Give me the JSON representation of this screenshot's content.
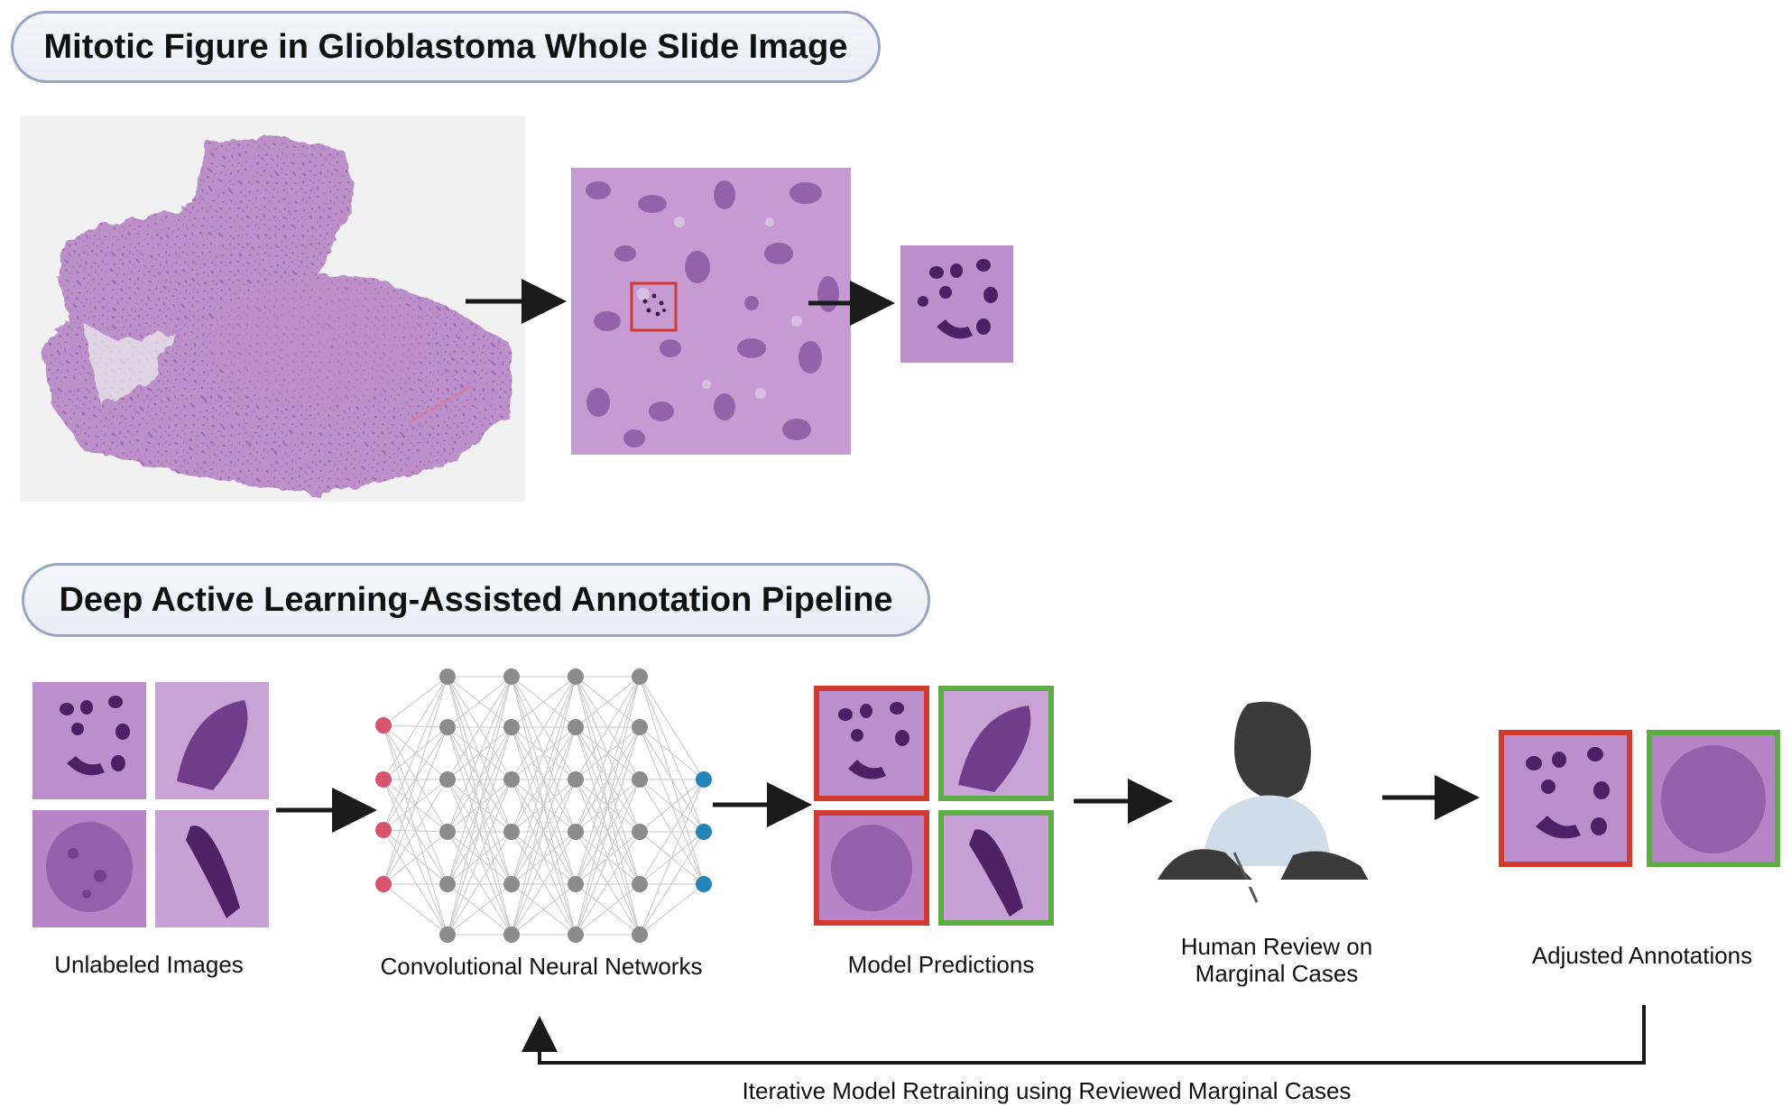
{
  "top_section": {
    "title": "Mitotic Figure in Glioblastoma Whole Slide Image"
  },
  "pipeline_section": {
    "title": "Deep Active Learning-Assisted Annotation Pipeline",
    "stages": [
      {
        "label": "Unlabeled Images"
      },
      {
        "label": "Convolutional Neural Networks"
      },
      {
        "label": "Model Predictions"
      },
      {
        "label_line1": "Human Review on",
        "label_line2": "Marginal Cases"
      },
      {
        "label": "Adjusted Annotations"
      }
    ],
    "feedback_label": "Iterative Model Retraining using Reviewed Marginal Cases"
  },
  "colors": {
    "tissue": "#b985c8",
    "nucleus": "#5a2a6e",
    "input_node": "#d9536e",
    "hidden_node": "#8c8c8c",
    "output_node": "#2384b8",
    "mitotic_box": "#d23a30",
    "non_mitotic_box": "#5cae44",
    "arrow": "#1a1a1a"
  },
  "icons": [
    "whole-slide-image",
    "zoomed-patch",
    "mitosis-crop",
    "neural-network-diagram",
    "human-reviewer-icon"
  ]
}
